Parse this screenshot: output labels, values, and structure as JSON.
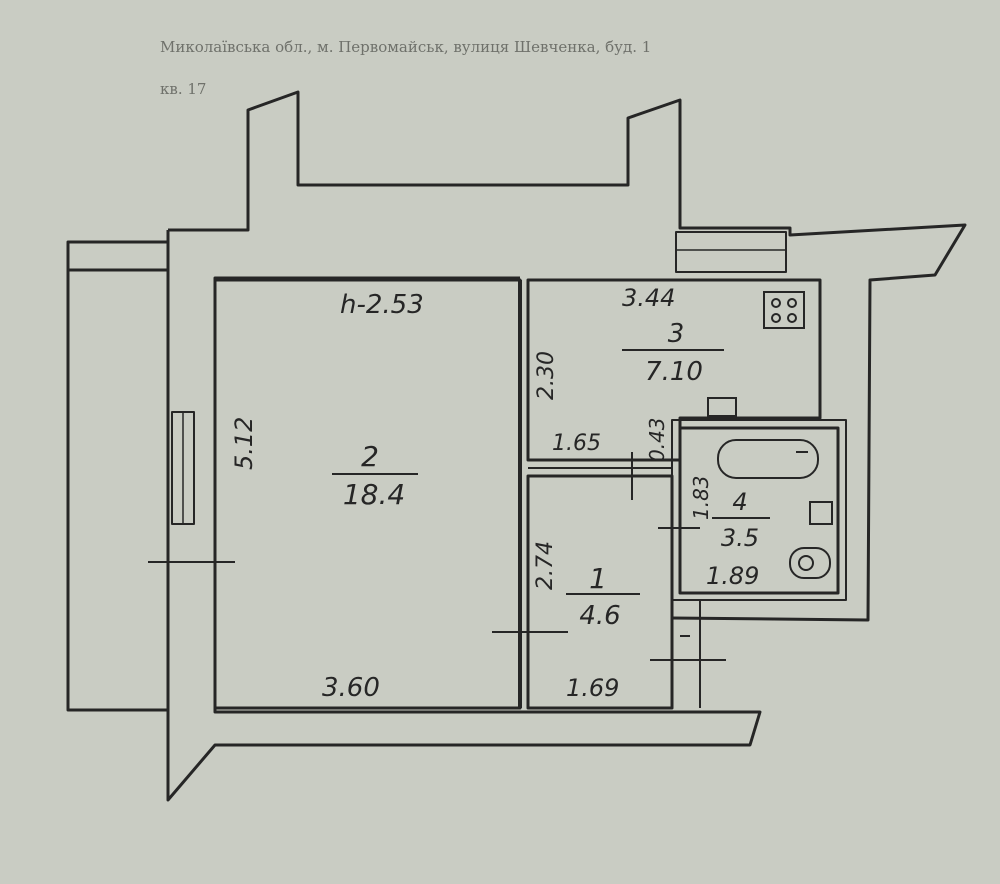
{
  "header_lines": [
    "Миколаївська обл., м. Первомайськ, вулиця Шевченка, буд. 1",
    "кв. 17"
  ],
  "ceiling_height": "h-2.53",
  "rooms": [
    {
      "number": "2",
      "area": "18.4"
    },
    {
      "number": "3",
      "area": "7.10"
    },
    {
      "number": "1",
      "area": "4.6"
    },
    {
      "number": "4",
      "area": "3.5"
    }
  ],
  "dimensions": {
    "room2_left": "5.12",
    "room2_bottom": "3.60",
    "room3_top": "3.44",
    "room3_left": "2.30",
    "room3_bottom": "1.65",
    "room3_small": "0.43",
    "room1_left": "2.74",
    "room1_bottom": "1.69",
    "room4_left": "1.83",
    "room4_bottom": "1.89"
  },
  "colors": {
    "paper": "#c9ccc3",
    "ink": "#262626",
    "wall_fill": "#dfe1da"
  }
}
